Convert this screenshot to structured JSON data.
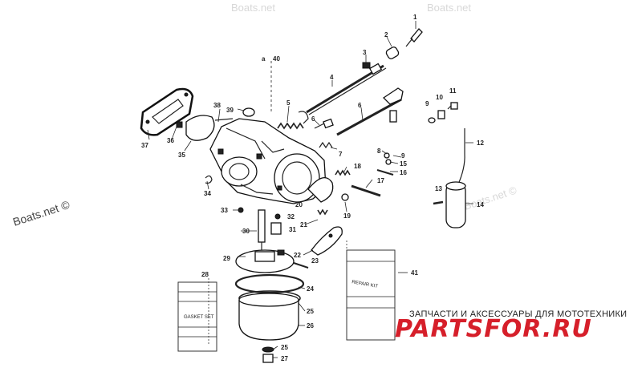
{
  "diagram": {
    "callouts": [
      "1",
      "2",
      "3",
      "4",
      "5",
      "6",
      "6",
      "7",
      "8",
      "9",
      "9",
      "10",
      "11",
      "12",
      "13",
      "14",
      "15",
      "16",
      "17",
      "18",
      "19",
      "20",
      "21",
      "22",
      "23",
      "24",
      "25",
      "25",
      "26",
      "27",
      "28",
      "29",
      "30",
      "31",
      "32",
      "33",
      "34",
      "35",
      "36",
      "37",
      "38",
      "39",
      "40",
      "41"
    ],
    "callout_prefix_40": "a",
    "repair_kit_label": "REPAIR KIT",
    "gasket_set_label": "GASKET SET"
  },
  "watermarks": {
    "boats_top": "Boats.net",
    "boats_top_right": "Boats.net",
    "boats_left": "Boats.net ©",
    "boats_right": "Boats.net ©"
  },
  "branding": {
    "tagline": "ЗАПЧАСТИ И АКСЕССУАРЫ ДЛЯ МОТОТЕХНИКИ",
    "logo_text": "PARTSFOR.RU",
    "logo_color": "#d61f2a"
  }
}
